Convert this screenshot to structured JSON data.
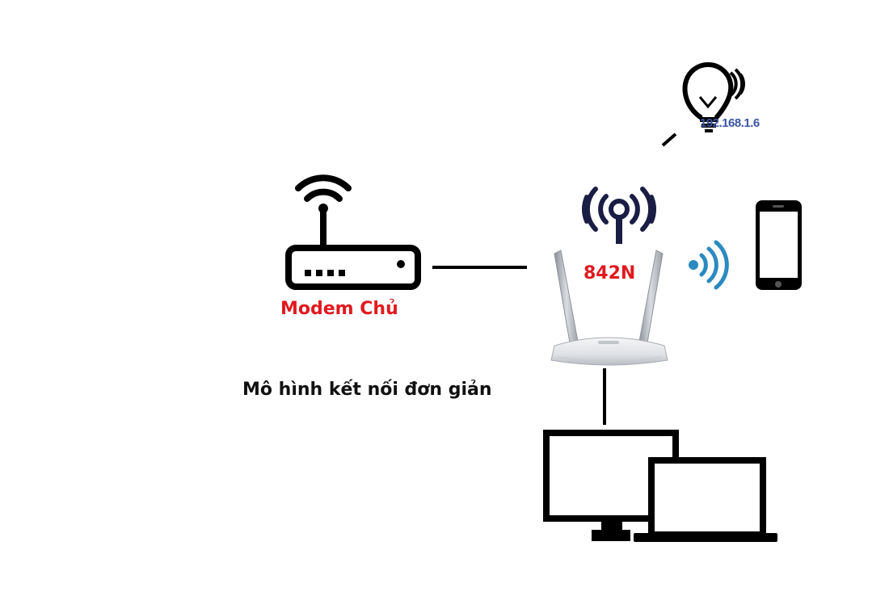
{
  "diagram": {
    "modem": {
      "label": "Modem Chủ",
      "icon": "modem-wifi-icon"
    },
    "router": {
      "label": "842N",
      "icon": "wireless-router-icon",
      "antenna_icon": "broadcast-antenna-icon"
    },
    "bulb": {
      "ip": "192.168.1.6",
      "icon": "smart-bulb-icon"
    },
    "phone": {
      "icon": "smartphone-icon",
      "signal_icon": "wifi-signal-icon"
    },
    "computers": {
      "icon": "desktop-laptop-icon"
    },
    "caption": "Mô hình kết nối đơn giản",
    "colors": {
      "label_red": "#e0191f",
      "ip_blue": "#3b55a3",
      "antenna_navy": "#1a1e44",
      "signal_blue": "#2b8ac0",
      "line": "#000000"
    }
  }
}
